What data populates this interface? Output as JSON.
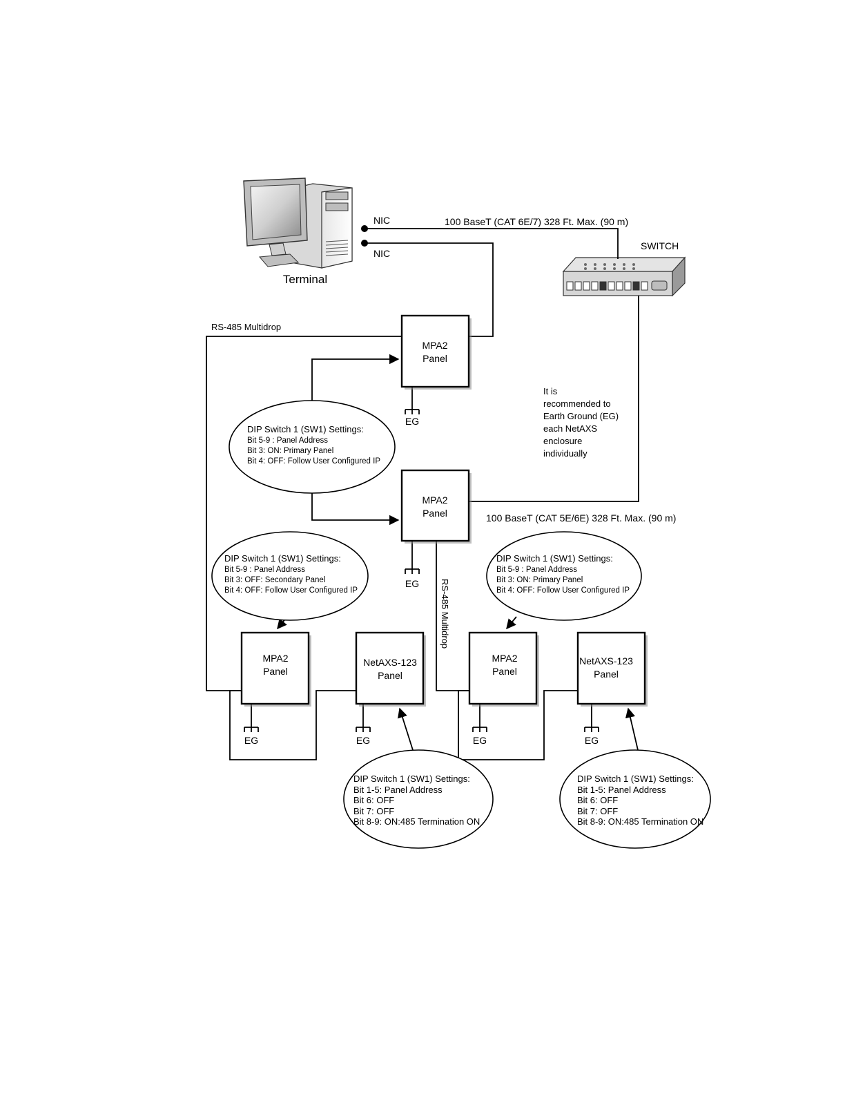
{
  "terminal": {
    "label": "Terminal",
    "nic_top": "NIC",
    "nic_bottom": "NIC"
  },
  "switch": {
    "label": "SWITCH"
  },
  "links": {
    "top": "100 BaseT (CAT 6E/7) 328 Ft. Max. (90 m)",
    "middle": "100 BaseT (CAT 5E/6E) 328 Ft. Max. (90 m)",
    "rs485_left": "RS-485 Multidrop",
    "rs485_vertical": "RS-485 Multidrop"
  },
  "ground": "EG",
  "note": [
    "It is",
    "recommended to",
    "Earth Ground (EG)",
    "each NetAXS",
    "enclosure",
    "individually"
  ],
  "panels": {
    "mpa2_top": [
      "MPA2",
      "Panel"
    ],
    "mpa2_mid": [
      "MPA2",
      "Panel"
    ],
    "mpa2_bl": [
      "MPA2",
      "Panel"
    ],
    "netaxs_bl": [
      "NetAXS-123",
      "Panel"
    ],
    "mpa2_br": [
      "MPA2",
      "Panel"
    ],
    "netaxs_br": [
      "NetAXS-123",
      "Panel"
    ]
  },
  "dip": {
    "primary_upper": {
      "title": "DIP Switch 1 (SW1) Settings:",
      "lines": [
        "Bit 5-9 : Panel Address",
        "Bit 3: ON: Primary Panel",
        "Bit 4: OFF: Follow User Configured IP"
      ]
    },
    "secondary_left": {
      "title": "DIP Switch 1 (SW1) Settings:",
      "lines": [
        "Bit 5-9 : Panel Address",
        "Bit 3: OFF: Secondary Panel",
        "Bit 4: OFF: Follow User Configured IP"
      ]
    },
    "primary_right": {
      "title": "DIP Switch 1 (SW1) Settings:",
      "lines": [
        "Bit 5-9 : Panel Address",
        "Bit 3: ON: Primary Panel",
        "Bit 4: OFF: Follow User Configured IP"
      ]
    },
    "netaxs_left": {
      "title": "DIP Switch 1 (SW1) Settings:",
      "lines": [
        "Bit 1-5: Panel Address",
        "Bit 6: OFF",
        "Bit 7: OFF",
        "Bit 8-9: ON:485 Termination ON"
      ]
    },
    "netaxs_right": {
      "title": "DIP Switch 1 (SW1) Settings:",
      "lines": [
        "Bit 1-5: Panel Address",
        "Bit 6: OFF",
        "Bit 7: OFF",
        "Bit 8-9: ON:485 Termination ON"
      ]
    }
  }
}
